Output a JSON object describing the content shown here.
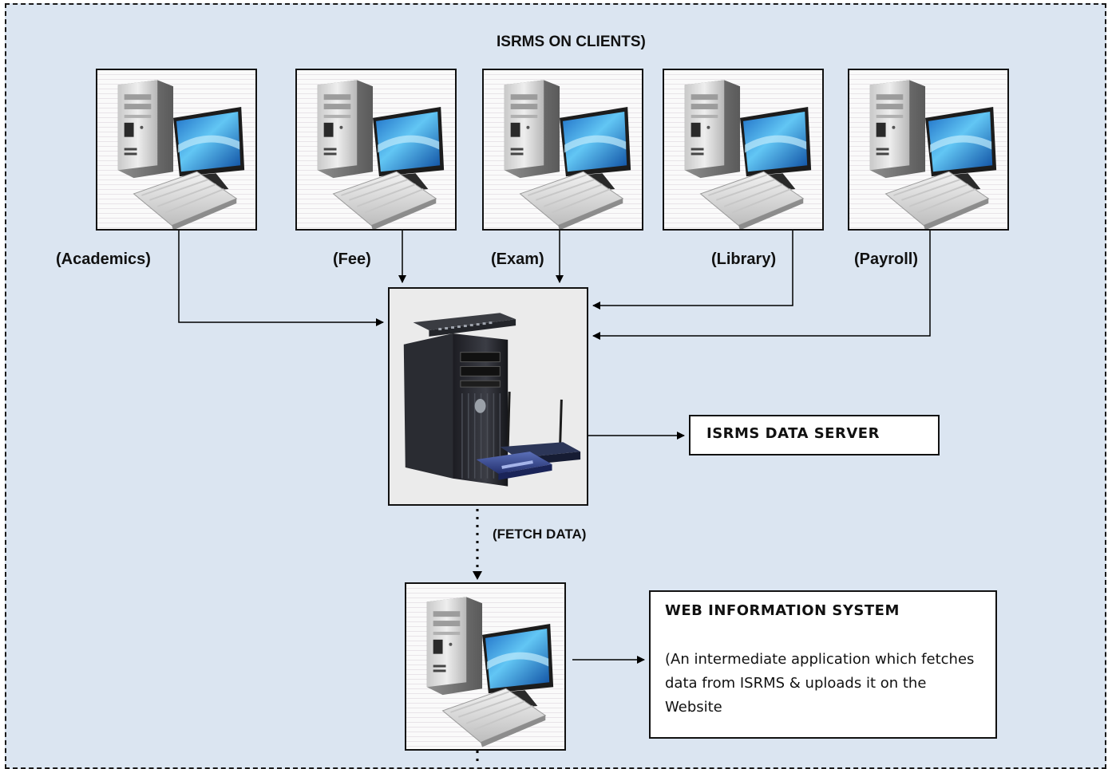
{
  "diagram": {
    "title": "ISRMS ON CLIENTS)",
    "clients": [
      {
        "id": "academics",
        "label": "(Academics)"
      },
      {
        "id": "fee",
        "label": "(Fee)"
      },
      {
        "id": "exam",
        "label": "(Exam)"
      },
      {
        "id": "library",
        "label": "(Library)"
      },
      {
        "id": "payroll",
        "label": "(Payroll)"
      }
    ],
    "server_label": "ISRMS DATA SERVER",
    "fetch_label": "(FETCH DATA)",
    "web_info": {
      "title": "WEB INFORMATION SYSTEM",
      "description": "(An intermediate application which fetches data from ISRMS & uploads it on the Website"
    }
  },
  "icons": {
    "client_icon": "desktop-computer-icon",
    "server_icon": "server-tower-router-icon"
  }
}
